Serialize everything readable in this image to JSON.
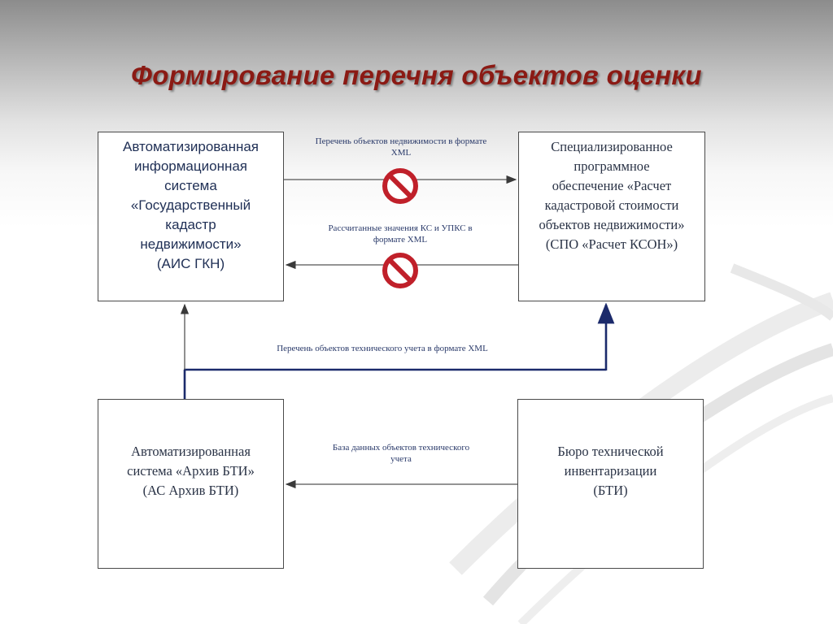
{
  "title": "Формирование перечня объектов оценки",
  "boxes": {
    "ais_gkn": [
      "Автоматизированная",
      "информационная",
      "система",
      "«Государственный",
      "кадастр",
      "недвижимости»",
      "(АИС ГКН)"
    ],
    "spo_kson": [
      "Специализированное",
      "программное",
      "обеспечение «Расчет",
      "кадастровой стоимости",
      "объектов недвижимости»",
      "(СПО «Расчет КСОН»)"
    ],
    "as_archive": [
      "Автоматизированная",
      "система «Архив БТИ»",
      "(АС Архив БТИ)"
    ],
    "bti": [
      "Бюро технической",
      "инвентаризации",
      "(БТИ)"
    ]
  },
  "arrows": {
    "ais_to_spo": [
      "Перечень объектов недвижимости в формате",
      "XML"
    ],
    "spo_to_ais": [
      "Рассчитанные значения КС и УПКС в",
      "формате XML"
    ],
    "archive_to_systems": [
      "Перечень объектов технического учета в формате XML"
    ],
    "bti_to_archive": [
      "База данных объектов технического",
      "учета"
    ]
  },
  "colors": {
    "title": "#8b1a14",
    "box_text": "#1f2f55",
    "label_text": "#2a3a6a",
    "prohibit": "#c0202a",
    "arrow_thick": "#1b2a6b",
    "arrow_thin": "#555555"
  },
  "icons": {
    "prohibition": "no-entry-icon"
  }
}
